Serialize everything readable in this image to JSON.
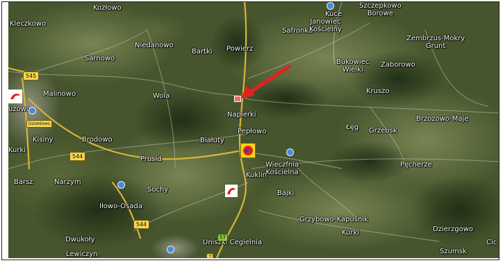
{
  "map": {
    "labels": {
      "kozlowo": "Kozłowo",
      "kleczkowo": "Kleczkowo",
      "sarnowo": "Sarnowo",
      "niedanowo": "Niedanowo",
      "bartki": "Bartki",
      "powierz": "Powierz",
      "safronka": "Safronka",
      "kuce": "Kuce",
      "janowiec_koscielny": "Janowiec\nKościelny",
      "szczepkowo_borowe": "Szczepkowo\nBorowe",
      "zembrzus_mokry_grunt": "Zembrzus-Mokry\nGrunt",
      "bukowiec_wielki": "Bukowiec\nWielki",
      "zaborowo": "Zaborowo",
      "malinowo": "Malinowo",
      "wola": "Wola",
      "kruszo": "Kruszo",
      "napierki": "Napierki",
      "brzozowo_maje": "Brzozowo-Maje",
      "grzebsk": "Grzebsk",
      "leg": "Łęg",
      "uzowo": "uzowo",
      "kisiny": "Kisiny",
      "brodowo": "Brodowo",
      "bialuty": "Białuty",
      "peplowo": "Pepłowo",
      "kurki_west": "Kurki",
      "prusld": "Prusld",
      "wieczfnia_koscielna": "Wieczfnia\nKościelna",
      "pecherze": "Pęcherze",
      "kuklin": "Kuklin",
      "barsz": "Barsz",
      "narzym": "Narzym",
      "sochy": "Sochy",
      "bajki": "Bajki",
      "ilowo_osada": "Iłowo-Osada",
      "grzybowo_kapusnik": "Grzybowo-Kapuśnik",
      "kurki_east": "Kurki",
      "dwukoly": "Dwukoły",
      "dzierzgowo": "Dzierzgowo",
      "uniszki_cegielnia": "Uniszki Cegielnia",
      "cic": "Cic",
      "lewiczyn": "Lewiczyn",
      "szumsk": "Szumsk"
    },
    "road_numbers": {
      "r545": "545",
      "r544_a": "544",
      "r544_b": "544",
      "r7": "S7",
      "rbottom": "7"
    },
    "town_sign": "Działdowo",
    "colors": {
      "arrow": "#e4201e",
      "marker": "#ef6b6b",
      "road_yellow": "#d9b43a",
      "road_badge": "#f5d64c",
      "poi_blue": "#4b8ad8"
    }
  }
}
